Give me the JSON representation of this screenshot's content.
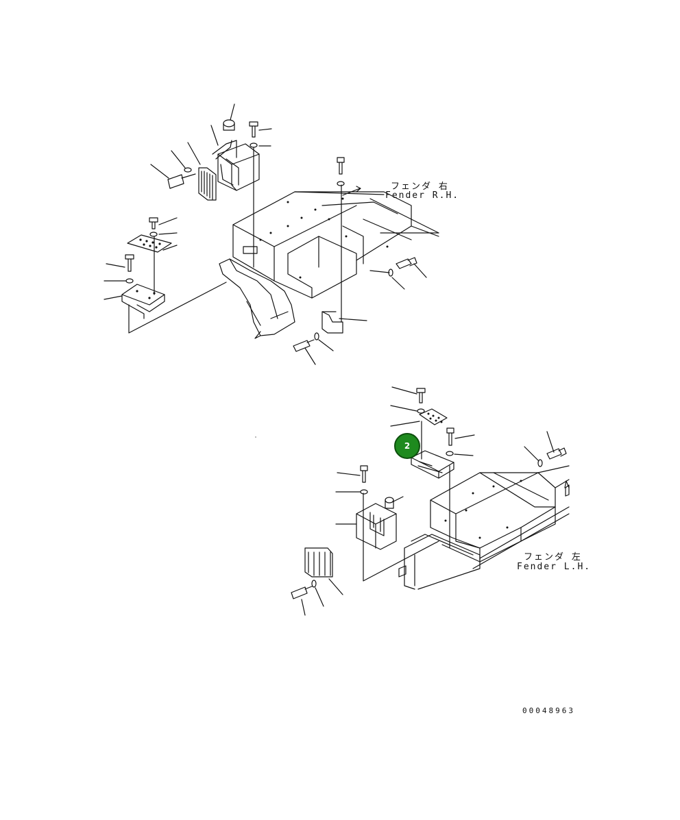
{
  "labels": {
    "fender_rh_jp": "フェンダ 右",
    "fender_rh_en": "Fender R.H.",
    "fender_lh_jp": "フェンダ 左",
    "fender_lh_en": "Fender L.H.",
    "drawing_number": "00048963"
  },
  "callout": {
    "number": "2",
    "color": "#1e8a1e"
  }
}
